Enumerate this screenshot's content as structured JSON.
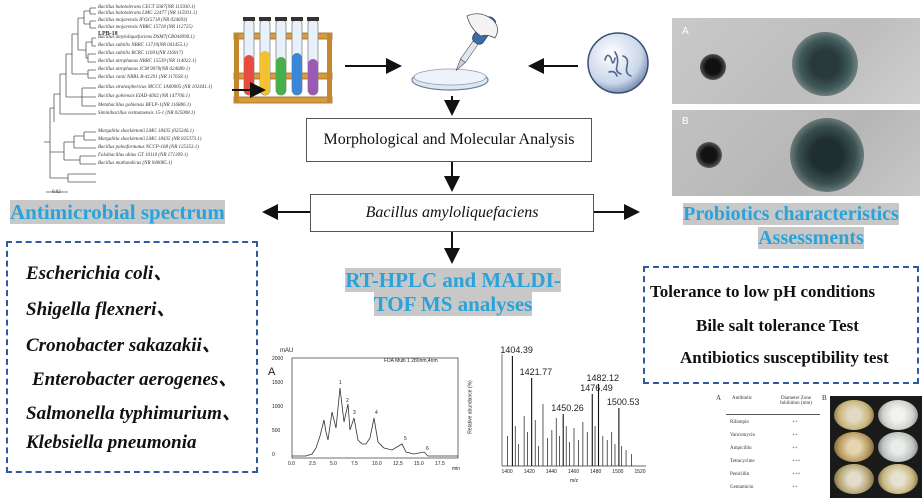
{
  "center": {
    "morph_box": "Morphological and Molecular Analysis",
    "species_box": "Bacillus amyloliquefaciens",
    "rthplc_title": "RT-HPLC and MALDI-TOF MS analyses"
  },
  "left": {
    "title": "Antimicrobial spectrum",
    "pathogens": [
      "Escherichia coli、",
      "Shigella flexneri、",
      "Cronobacter sakazakii、",
      "Enterobacter aerogenes、",
      "Salmonella typhimurium、",
      "Klebsiella pneumonia"
    ]
  },
  "right": {
    "title_line1": "Probiotics characteristics",
    "title_line2": "Assessments",
    "tests": [
      "Tolerance to low pH conditions",
      "Bile salt tolerance Test",
      "Antibiotics susceptibility test"
    ],
    "plate_labels": [
      "A",
      "B"
    ]
  },
  "tree": {
    "labels": [
      "Bacillus halotolerans CECT 5687(NR 115930.1)",
      "Bacillus halotolerans LMG 22477 (NR 115931.1)",
      "Bacillus mojavensis IFO15718 (NR 024693)",
      "Bacillus mojavensis NBRC 15718 (NR 112725)",
      "LPB-18",
      "Bacillus amyloliquefaciens DSM7(CB044090.1)",
      "Bacillus subtilis NBRC 13719(NR 041455.1)",
      "Bacillus subtilis BCRC 11601(NR 116017)",
      "Bacillus atrophaeus NBRC 15539 (NR 114022.1)",
      "Bacillus atrophaeus JCM 9070(NR 024689.1)",
      "Bacillus vanii NRRL B-41291 (NR 117658.1)",
      "Bacillus stratosphericus MCCC 1A00005 (NR 102441.1)",
      "Bacillus gobiensis EIAD-4002 (NR 147706.1)",
      "Metabacillus gobiensis BFLP-1(NR 116886.1)",
      "Siminibacillus vietnamensis 15-1 (NR 025008.1)",
      "Margalitia shackletonii LMG 18435 (025246.1)",
      "Margalitia shackletonii LMG 18435 (NR 025373.1)",
      "Bacillus paleaformatus NCCP-168 (NR 125353.1)",
      "Falsibacillus ubius GT 10110 (NR 171309.1)",
      "Bacillus muthandicus (NR 040085.1)"
    ],
    "scale": "0.02"
  },
  "hplc": {
    "panel_label": "A",
    "ylabel": "mAU",
    "legend": "FDA Multi 1 280nm,4nm",
    "yticks": [
      "2000",
      "1500",
      "1000",
      "500",
      "0"
    ],
    "xticks": [
      "0.0",
      "2.5",
      "5.0",
      "7.5",
      "10.0",
      "12.5",
      "15.0",
      "17.5"
    ],
    "xunit": "min",
    "peak_labels": [
      "1",
      "2",
      "3",
      "4",
      "5",
      "6"
    ]
  },
  "maldi": {
    "peaks": [
      "1404.39",
      "1421.77",
      "1450.26",
      "1476.49",
      "1482.12",
      "1500.53"
    ],
    "xticks": [
      "1400",
      "1420",
      "1440",
      "1460",
      "1480",
      "1500",
      "1520"
    ],
    "xlabel": "m/z",
    "ylabel": "Relative abundance (%)"
  },
  "antibiotic_table": {
    "panel_label": "A",
    "headers": [
      "Antibiotic",
      "Diameter Zone Inhibition (mm)"
    ],
    "rows": [
      [
        "Rifampin",
        "++"
      ],
      [
        "Vancomycin",
        "++"
      ],
      [
        "Ampicillin",
        "++"
      ],
      [
        "Tetracycline",
        "+++"
      ],
      [
        "Penicillin",
        "+++"
      ],
      [
        "Gentamicin",
        "++"
      ]
    ],
    "plates_label": "B"
  },
  "colors": {
    "accent": "#29a3d9",
    "dashed": "#2d5aa0",
    "highlight": "#c8c8c8"
  }
}
